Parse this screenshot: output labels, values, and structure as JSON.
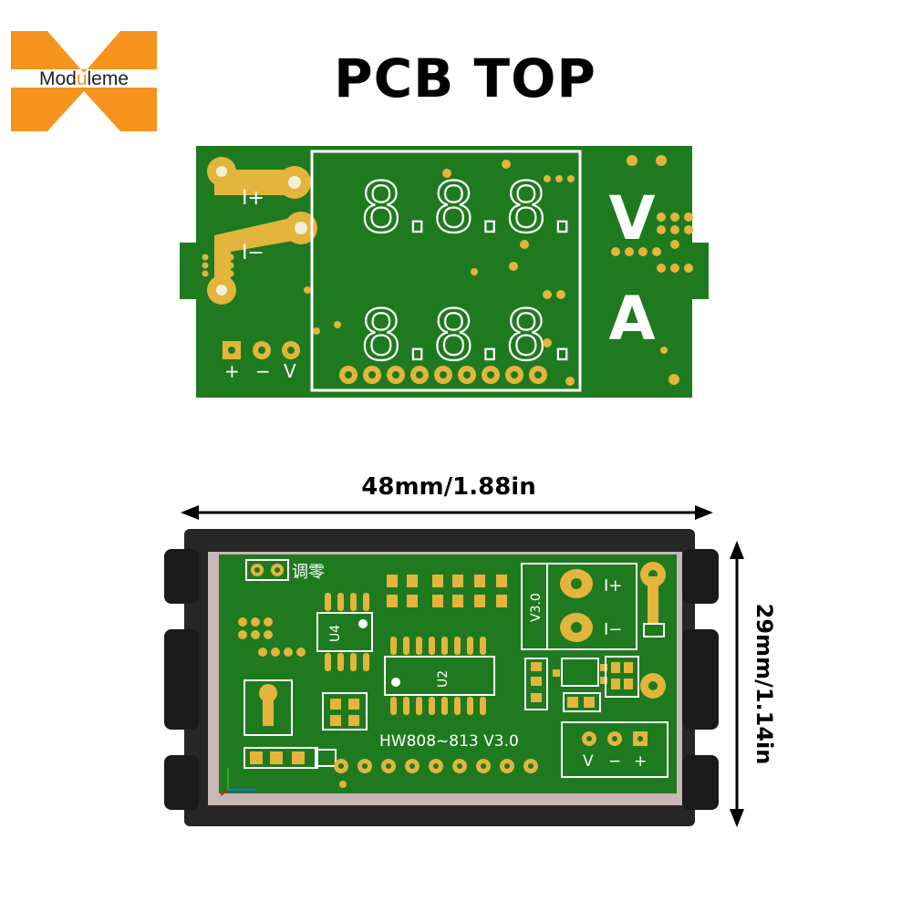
{
  "logo": {
    "text_pre": "Mod",
    "text_highlight": "u",
    "text_post": "leme",
    "brand_color": "#f7941d"
  },
  "title": "PCB TOP",
  "top_board": {
    "label_i_plus": "I+",
    "label_i_minus": "I−",
    "label_plus": "+",
    "label_minus": "−",
    "label_v": "V",
    "big_v": "V",
    "big_a": "A",
    "display_row1": "8.8.8.",
    "display_row2": "8.8.8.",
    "pcb_color": "#1f7a1f",
    "pad_color": "#e3b53c"
  },
  "bottom_board": {
    "width_label": "48mm/1.88in",
    "height_label": "29mm/1.14in",
    "zero_label": "调零",
    "u4_label": "U4",
    "u2_label": "U2",
    "v3_label": "V3.0",
    "model_label": "HW808~813  V3.0",
    "label_i_plus": "I+",
    "label_i_minus": "I−",
    "label_v": "V",
    "label_minus": "−",
    "label_plus": "+"
  }
}
